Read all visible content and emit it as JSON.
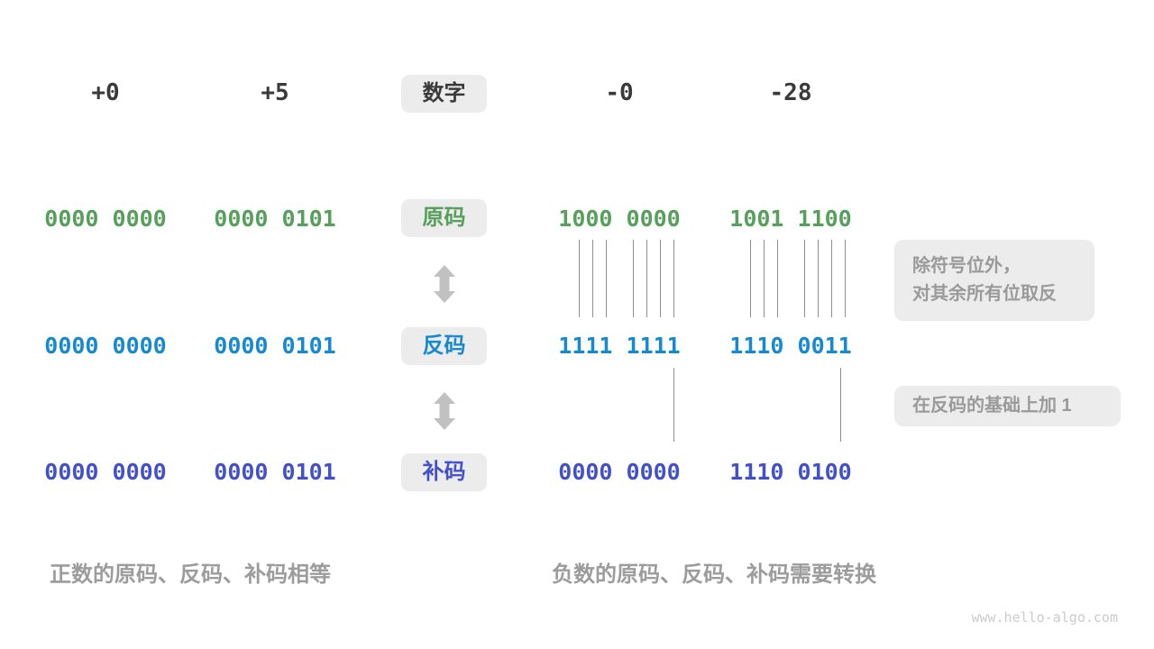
{
  "header": {
    "badge": "数字",
    "values": [
      "+0",
      "+5",
      "-0",
      "-28"
    ]
  },
  "rows": [
    {
      "label": "原码",
      "color": "#57A05C",
      "values": [
        "0000 0000",
        "0000 0101",
        "1000 0000",
        "1001 1100"
      ]
    },
    {
      "label": "反码",
      "color": "#1789CE",
      "values": [
        "0000 0000",
        "0000 0101",
        "1111 1111",
        "1110 0011"
      ]
    },
    {
      "label": "补码",
      "color": "#4351C9",
      "values": [
        "0000 0000",
        "0000 0101",
        "0000 0000",
        "1110 0100"
      ]
    }
  ],
  "annotations": {
    "invert_note_line1": "除符号位外，",
    "invert_note_line2": "对其余所有位取反",
    "add_one_note": "在反码的基础上加 1"
  },
  "captions": {
    "positive": "正数的原码、反码、补码相等",
    "negative": "负数的原码、反码、补码需要转换"
  },
  "watermark": "www.hello-algo.com",
  "icons": {
    "transform_arrow": "up-down-arrow"
  },
  "colors": {
    "sign_magnitude_green": "#57A05C",
    "ones_complement_blue": "#1789CE",
    "twos_complement_indigo": "#4351C9",
    "badge_background": "#ECECEC",
    "heading_text": "#3A3A3A",
    "caption_gray": "#9C9C9C",
    "tick_line_gray": "#8F8F8F",
    "arrow_gray": "#C1C1C1",
    "watermark_gray": "#CBCBCB",
    "background": "#FFFFFF"
  }
}
